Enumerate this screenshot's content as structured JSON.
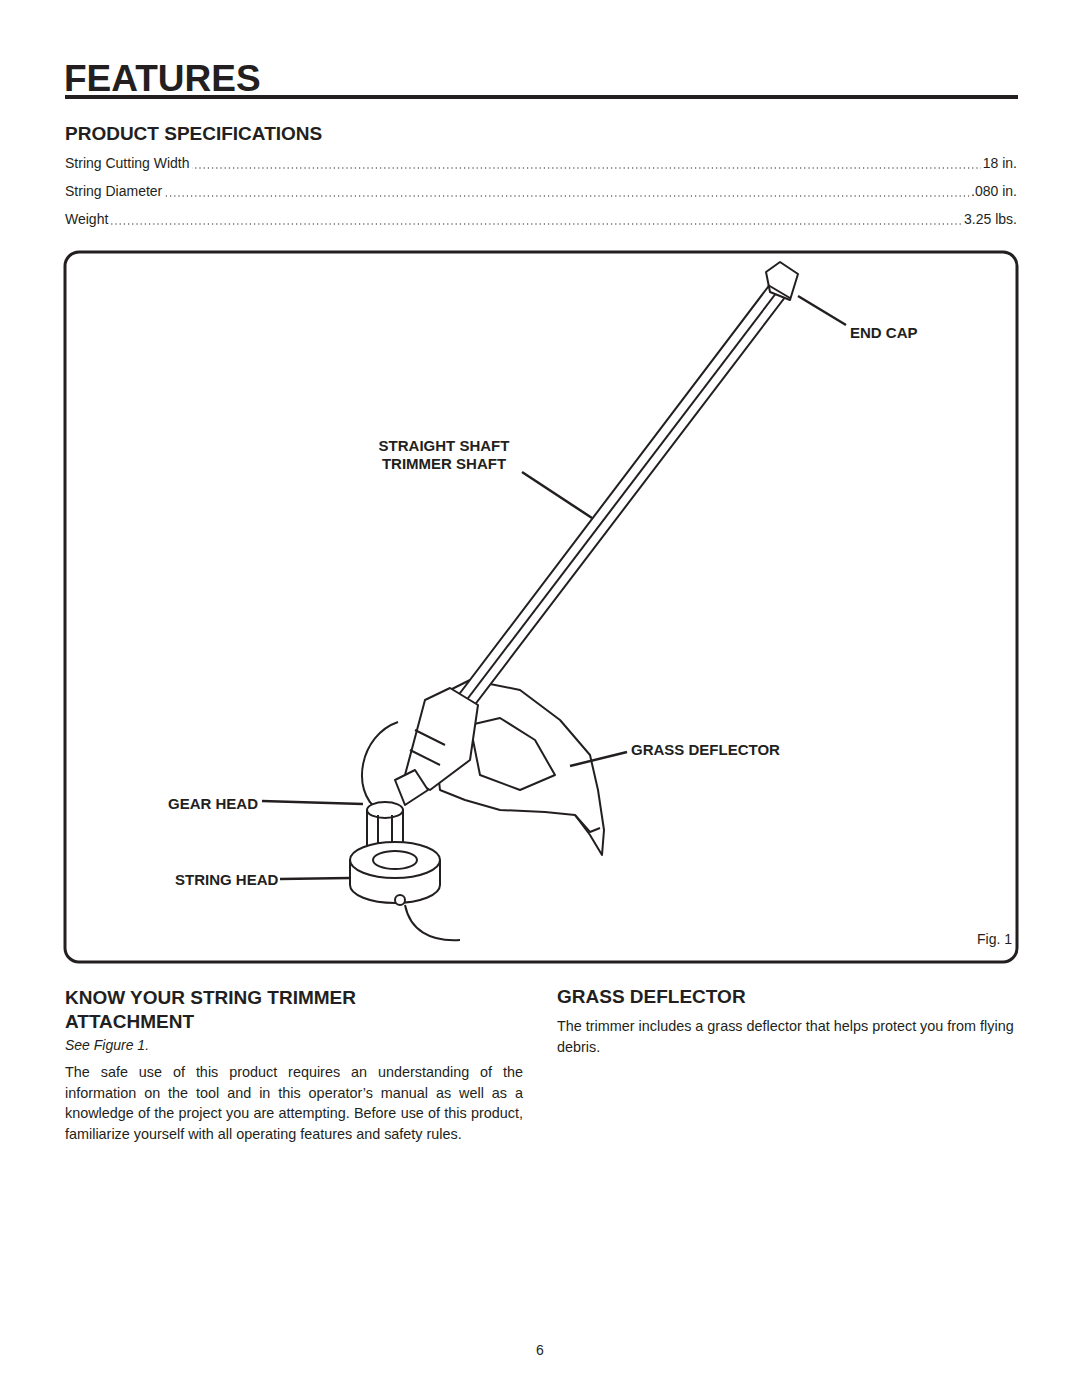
{
  "diagram": {
    "title": "FEATURES",
    "labels": [
      "PRODUCT SPECIFICATIONS",
      "String Cutting Width",
      "18 in.",
      "String Diameter",
      ".080 in.",
      "Weight",
      "3.25 lbs.",
      "END CAP",
      "STRAIGHT SHAFT TRIMMER SHAFT",
      "GRASS DEFLECTOR",
      "GEAR HEAD",
      "STRING HEAD",
      "Fig. 1",
      "KNOW YOUR STRING TRIMMER ATTACHMENT",
      "See Figure 1.",
      "The safe use of this product requires an understanding of the information on the tool and in this operator’s manual as well as a knowledge of the project you are attempting. Before use of this product, familiarize yourself with all operating features and safety rules.",
      "GRASS DEFLECTOR",
      "The trimmer includes a grass deflector that helps protect you from flying debris.",
      "6"
    ]
  }
}
